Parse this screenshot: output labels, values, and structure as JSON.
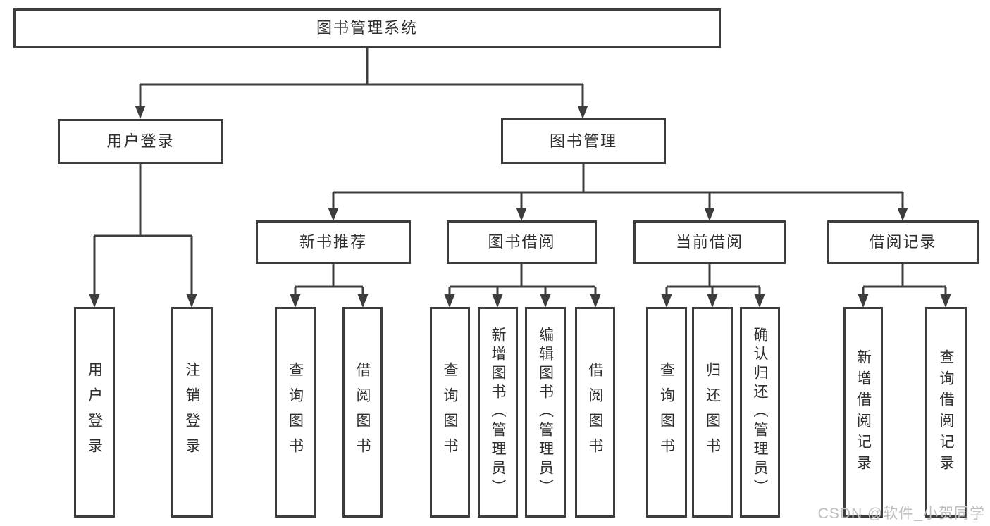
{
  "diagram": {
    "root": {
      "label": "图书管理系统"
    },
    "branches": [
      {
        "label": "用户登录",
        "children": [
          {
            "label": "用户登录"
          },
          {
            "label": "注销登录"
          }
        ]
      },
      {
        "label": "图书管理",
        "children": [
          {
            "label": "新书推荐",
            "children": [
              {
                "label": "查询图书"
              },
              {
                "label": "借阅图书"
              }
            ]
          },
          {
            "label": "图书借阅",
            "children": [
              {
                "label": "查询图书"
              },
              {
                "label": "新增图书（管理员）"
              },
              {
                "label": "编辑图书（管理员）"
              },
              {
                "label": "借阅图书"
              }
            ]
          },
          {
            "label": "当前借阅",
            "children": [
              {
                "label": "查询图书"
              },
              {
                "label": "归还图书"
              },
              {
                "label": "确认归还（管理员）"
              }
            ]
          },
          {
            "label": "借阅记录",
            "children": [
              {
                "label": "新增借阅记录"
              },
              {
                "label": "查询借阅记录"
              }
            ]
          }
        ]
      }
    ],
    "watermark": "CSDN @软件_小贺同学"
  },
  "colors": {
    "line": "#3d3d3d",
    "text": "#2f2f2f",
    "box_background": "#ffffff",
    "watermark": "#bfbfbf"
  }
}
